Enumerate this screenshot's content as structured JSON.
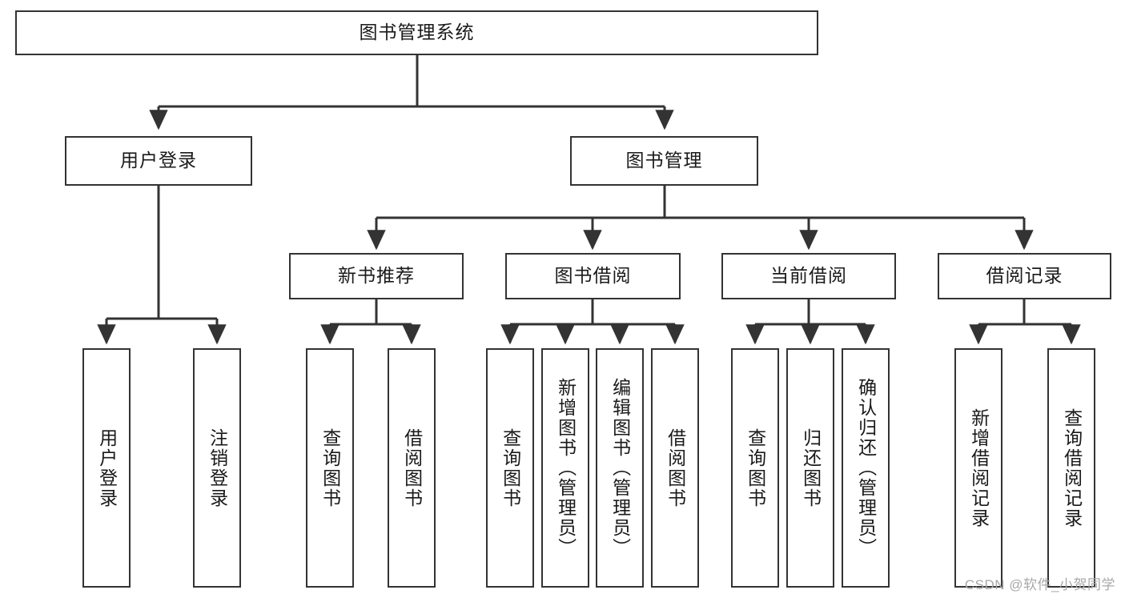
{
  "diagram": {
    "type": "tree-hierarchy-chart",
    "title": "图书管理系统",
    "root": {
      "id": "root",
      "label": "图书管理系统"
    },
    "level2": [
      {
        "id": "user-login",
        "label": "用户登录"
      },
      {
        "id": "book-management",
        "label": "图书管理"
      }
    ],
    "level3": [
      {
        "id": "new-book-recommend",
        "label": "新书推荐",
        "parent": "book-management"
      },
      {
        "id": "book-borrow",
        "label": "图书借阅",
        "parent": "book-management"
      },
      {
        "id": "current-borrow",
        "label": "当前借阅",
        "parent": "book-management"
      },
      {
        "id": "borrow-record",
        "label": "借阅记录",
        "parent": "book-management"
      }
    ],
    "leaves": [
      {
        "id": "leaf-user-login",
        "label": "用户登录",
        "parent": "user-login"
      },
      {
        "id": "leaf-logout-login",
        "label": "注销登录",
        "parent": "user-login"
      },
      {
        "id": "leaf-query-book-1",
        "label": "查询图书",
        "parent": "new-book-recommend"
      },
      {
        "id": "leaf-borrow-book-1",
        "label": "借阅图书",
        "parent": "new-book-recommend"
      },
      {
        "id": "leaf-query-book-2",
        "label": "查询图书",
        "parent": "book-borrow"
      },
      {
        "id": "leaf-add-book",
        "label": "新增图书（管理员）",
        "parent": "book-borrow"
      },
      {
        "id": "leaf-edit-book",
        "label": "编辑图书（管理员）",
        "parent": "book-borrow"
      },
      {
        "id": "leaf-borrow-book-2",
        "label": "借阅图书",
        "parent": "book-borrow"
      },
      {
        "id": "leaf-query-book-3",
        "label": "查询图书",
        "parent": "current-borrow"
      },
      {
        "id": "leaf-return-book",
        "label": "归还图书",
        "parent": "current-borrow"
      },
      {
        "id": "leaf-confirm-return",
        "label": "确认归还（管理员）",
        "parent": "current-borrow"
      },
      {
        "id": "leaf-add-borrow-record",
        "label": "新增借阅记录",
        "parent": "borrow-record"
      },
      {
        "id": "leaf-query-borrow-record",
        "label": "查询借阅记录",
        "parent": "borrow-record"
      }
    ],
    "colors": {
      "stroke": "#333333",
      "fill": "#ffffff",
      "text": "#1a1a1a",
      "watermark": "#a8a8a8"
    }
  },
  "watermark": {
    "text": "CSDN @软件_小贺同学"
  }
}
